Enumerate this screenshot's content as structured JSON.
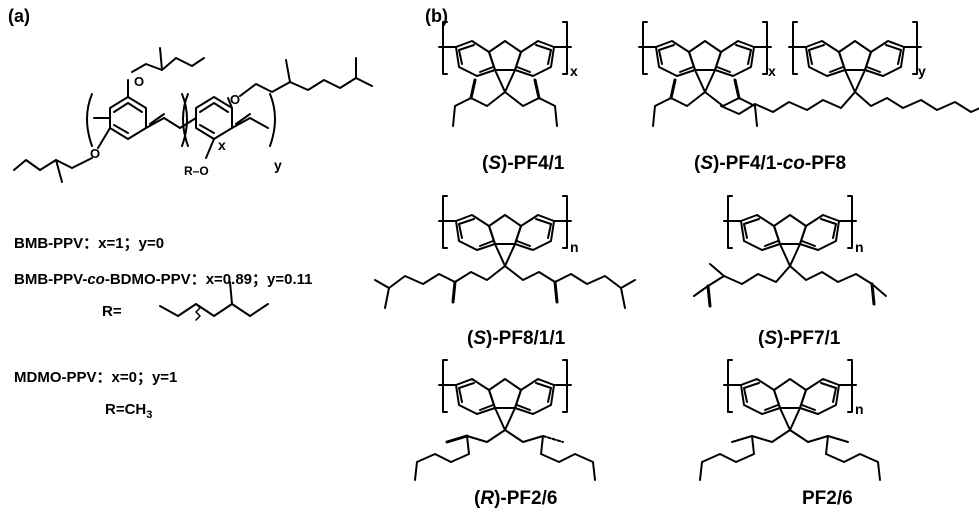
{
  "panels": {
    "a": "(a)",
    "b": "(b)"
  },
  "left": {
    "eq1": {
      "prefix": "BMB-PPV",
      "rest": "：x=1；y=0"
    },
    "eq2": {
      "prefix": "BMB-PPV-",
      "italic": "co",
      "mid": "-BDMO-PPV",
      "rest": "：x=0.89；y=0.11"
    },
    "r_eq": "R=",
    "eq3": {
      "prefix": "MDMO-PPV",
      "rest": "：x=0；y=1"
    },
    "r_ch3": {
      "base": "R=CH",
      "sub": "3"
    },
    "sub_x": "x",
    "sub_y": "y",
    "ro": "R–O"
  },
  "captions": {
    "pf41": {
      "open": "(",
      "ital": "S",
      "close": ")-PF4/1"
    },
    "pf41co": {
      "open": "(",
      "ital": "S",
      "mid": ")-PF4/1-",
      "co": "co",
      "end": "-PF8"
    },
    "pf811": {
      "open": "(",
      "ital": "S",
      "close": ")-PF8/1/1"
    },
    "pf71": {
      "open": "(",
      "ital": "S",
      "close": ")-PF7/1"
    },
    "rpf26": {
      "open": "(",
      "ital": "R",
      "close": ")-PF2/6"
    },
    "pf26": "PF2/6"
  },
  "subscripts": {
    "x": "x",
    "y": "y",
    "n": "n"
  }
}
